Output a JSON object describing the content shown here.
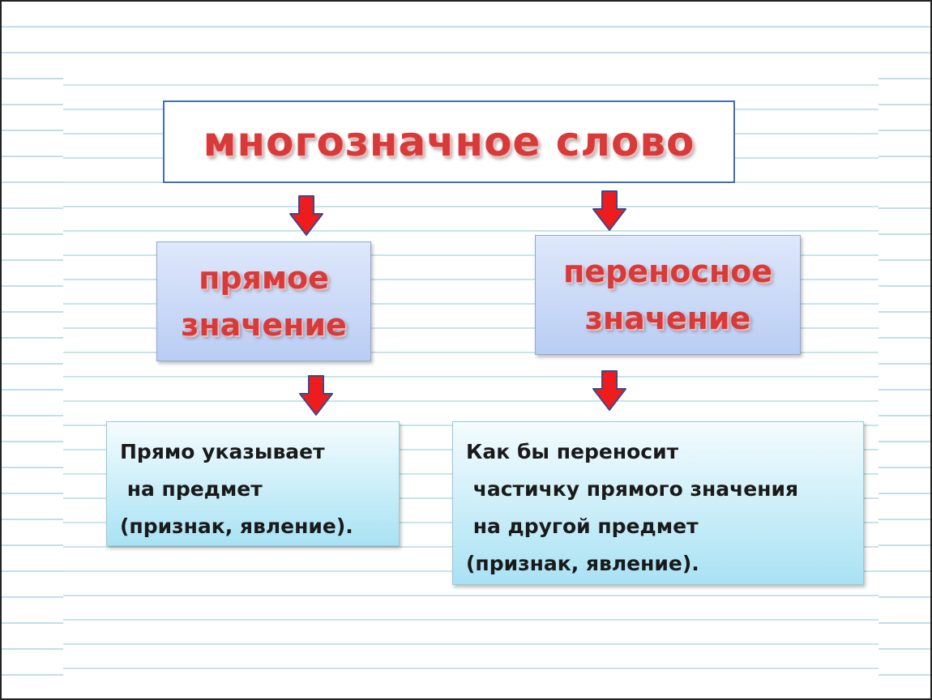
{
  "title": "многозначное слово",
  "direct": {
    "heading_line1": "прямое",
    "heading_line2": "значение",
    "description": "Прямо указывает\n на предмет\n(признак, явление)."
  },
  "figurative": {
    "heading_line1": "переносное",
    "heading_line2": "значение",
    "description": "Как бы переносит\n частичку прямого значения\n на другой предмет\n(признак, явление)."
  },
  "colors": {
    "heading_red": "#d83a3a",
    "arrow_red": "#ee1c1c",
    "arrow_outline": "#3b4a8a",
    "title_border": "#3f6fb3"
  },
  "icons": [
    "down-arrow-icon"
  ]
}
